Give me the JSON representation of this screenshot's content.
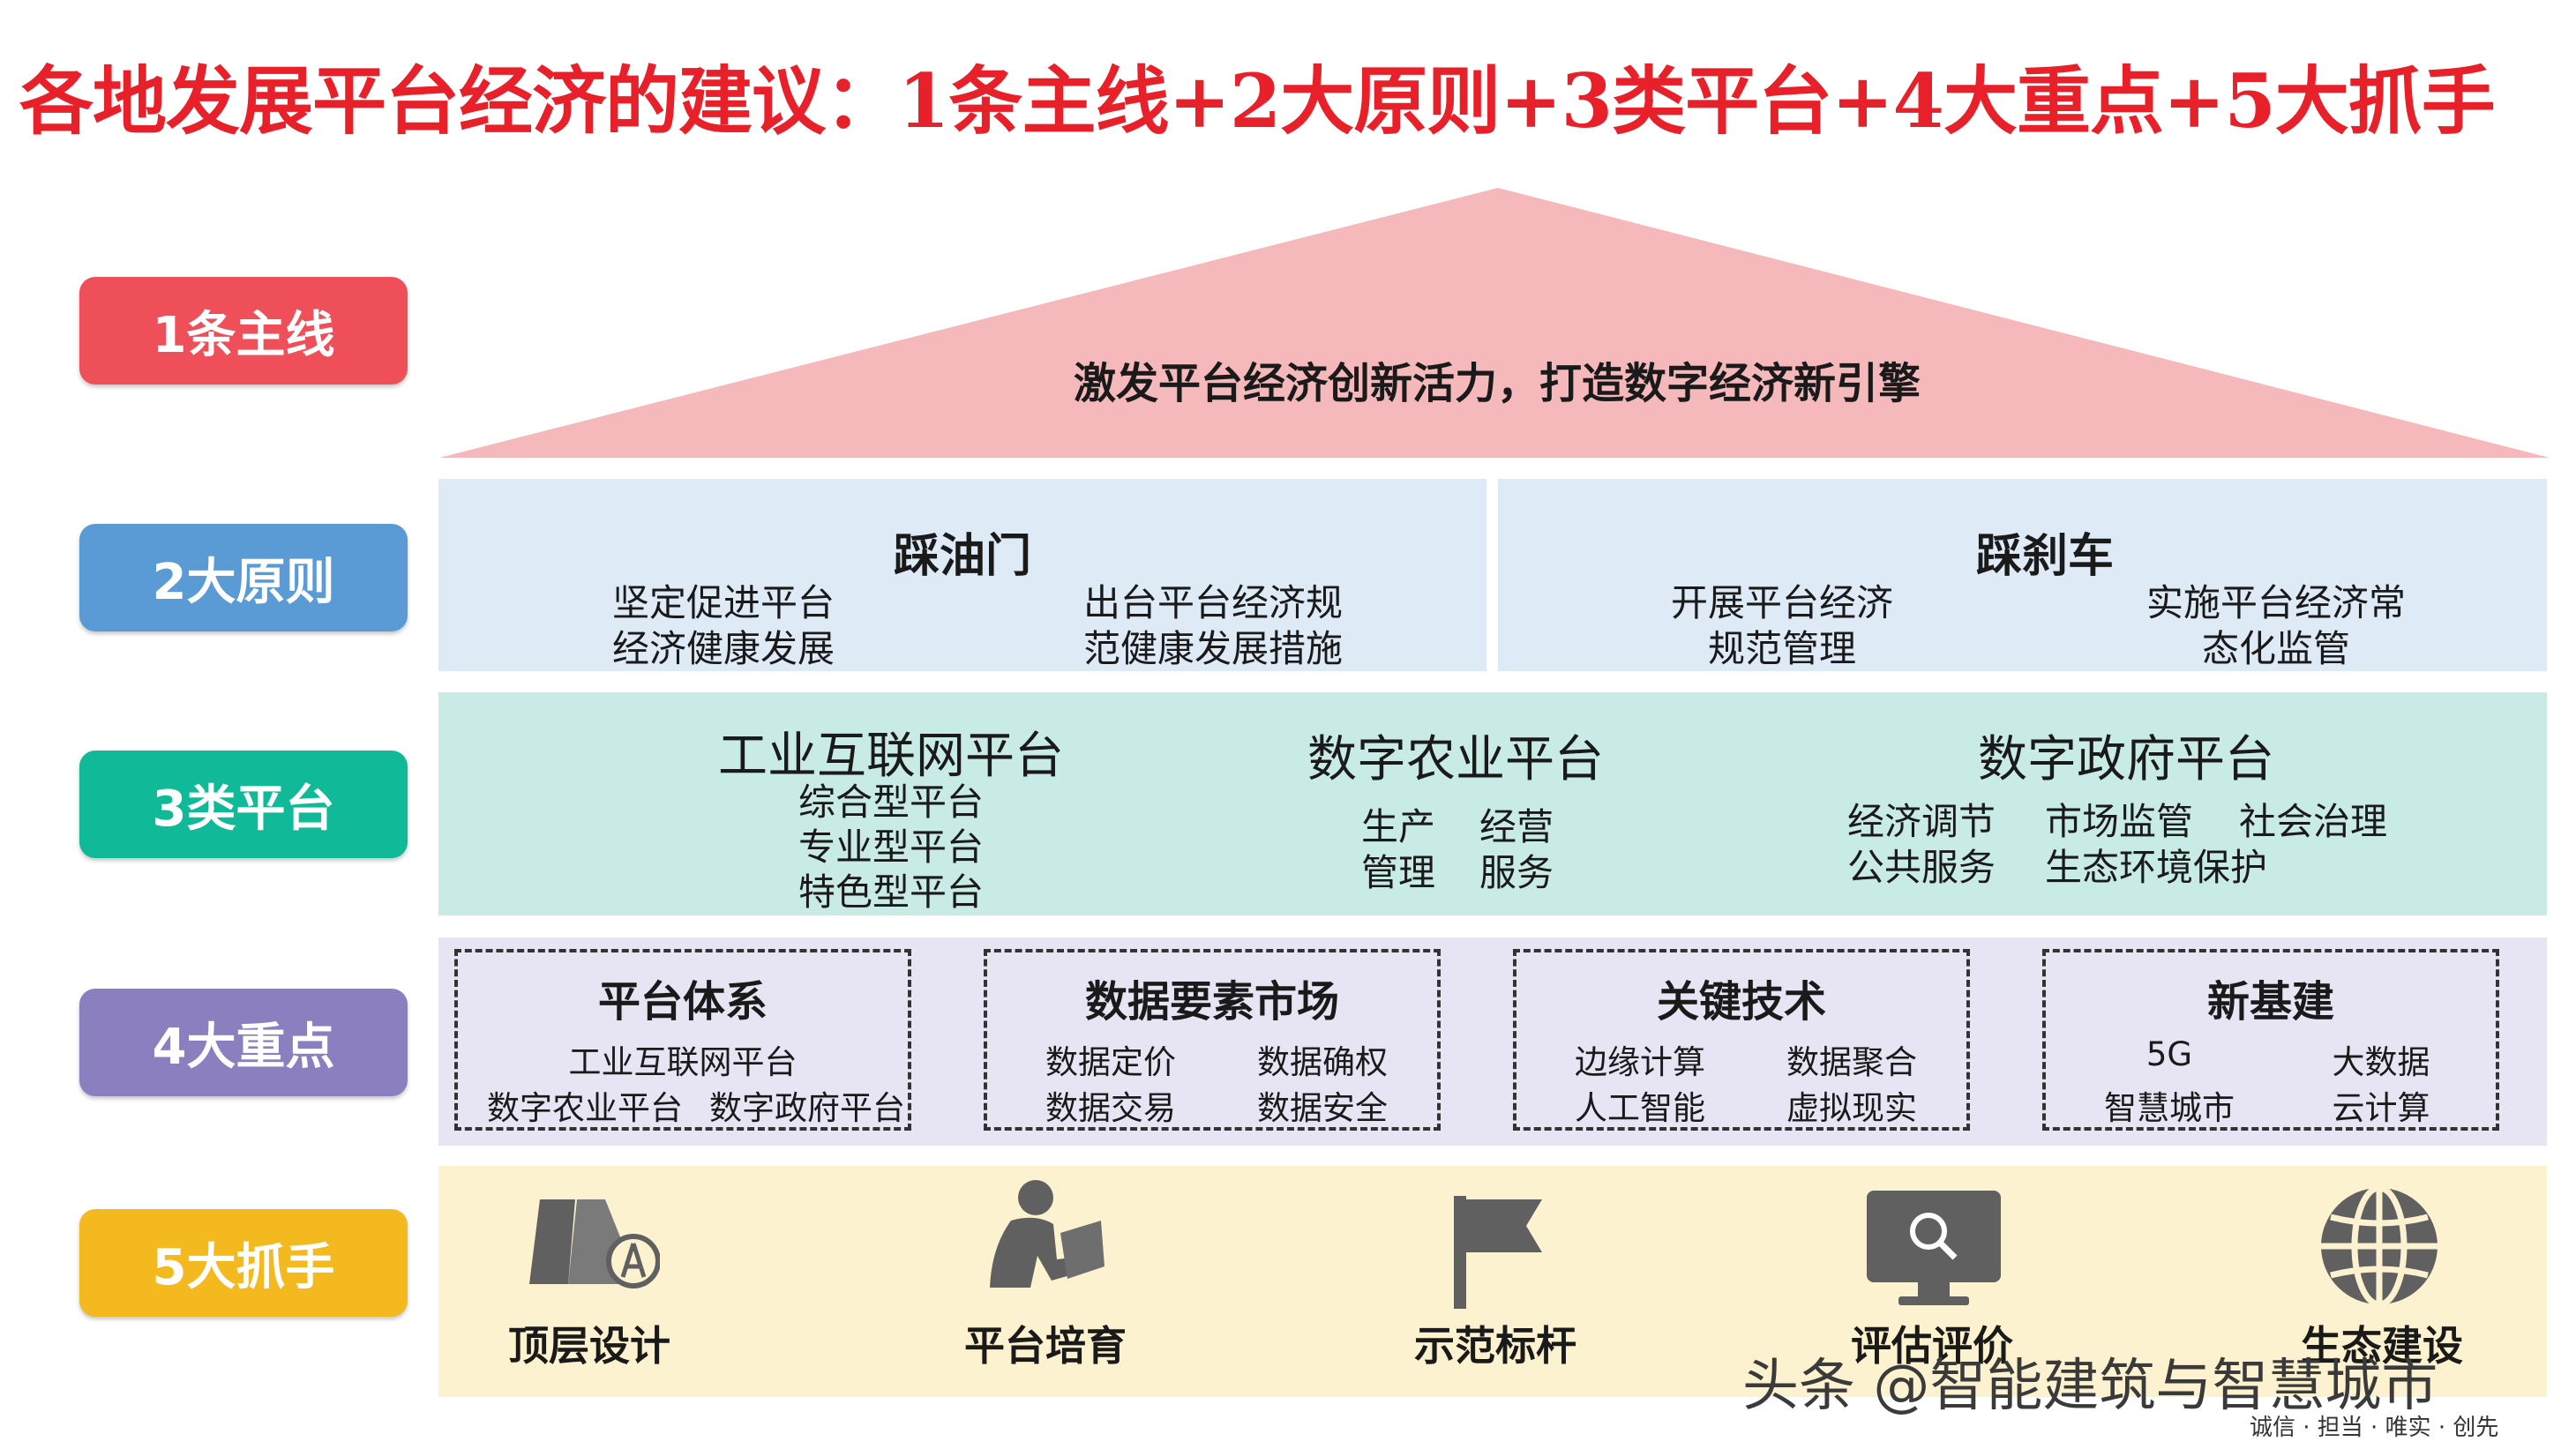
{
  "title": "各地发展平台经济的建议：1条主线+2大原则+3类平台+4大重点+5大抓手",
  "colors": {
    "title": "#e8202a",
    "label_1": "#ef4f58",
    "label_2": "#5b9bd5",
    "label_3": "#10b997",
    "label_4": "#8b7fc0",
    "label_5": "#f3b91f",
    "roof": "#f5b8bb",
    "principles_bg": "#deebf7",
    "platforms_bg": "#c8ebe6",
    "focus_bg": "#e7e4f3",
    "levers_bg": "#fdf2cf",
    "icon": "#606060"
  },
  "labels": {
    "main_line": "1条主线",
    "principles": "2大原则",
    "platforms": "3类平台",
    "focus": "4大重点",
    "levers": "5大抓手"
  },
  "roof": {
    "text": "激发平台经济创新活力，打造数字经济新引擎"
  },
  "principles": {
    "left": {
      "title": "踩油门",
      "item1_line1": "坚定促进平台",
      "item1_line2": "经济健康发展",
      "item2_line1": "出台平台经济规",
      "item2_line2": "范健康发展措施"
    },
    "right": {
      "title": "踩刹车",
      "item1_line1": "开展平台经济",
      "item1_line2": "规范管理",
      "item2_line1": "实施平台经济常",
      "item2_line2": "态化监管"
    }
  },
  "platforms": {
    "industrial": {
      "title": "工业互联网平台",
      "items": [
        "综合型平台",
        "专业型平台",
        "特色型平台"
      ]
    },
    "agriculture": {
      "title": "数字农业平台",
      "col1": [
        "生产",
        "管理"
      ],
      "col2": [
        "经营",
        "服务"
      ]
    },
    "government": {
      "title": "数字政府平台",
      "row1": [
        "经济调节",
        "市场监管",
        "社会治理"
      ],
      "row2": [
        "公共服务",
        "生态环境保护"
      ]
    }
  },
  "focus": {
    "system": {
      "title": "平台体系",
      "line1": "工业互联网平台",
      "line2a": "数字农业平台",
      "line2b": "数字政府平台"
    },
    "data_market": {
      "title": "数据要素市场",
      "items": [
        "数据定价",
        "数据确权",
        "数据交易",
        "数据安全"
      ]
    },
    "tech": {
      "title": "关键技术",
      "items": [
        "边缘计算",
        "数据聚合",
        "人工智能",
        "虚拟现实"
      ]
    },
    "infra": {
      "title": "新基建",
      "items": [
        "5G",
        "大数据",
        "智慧城市",
        "云计算"
      ]
    }
  },
  "levers": {
    "items": [
      {
        "label": "顶层设计",
        "icon": "map-compass-icon"
      },
      {
        "label": "平台培育",
        "icon": "person-reading-icon"
      },
      {
        "label": "示范标杆",
        "icon": "flag-icon"
      },
      {
        "label": "评估评价",
        "icon": "monitor-search-icon"
      },
      {
        "label": "生态建设",
        "icon": "globe-icon"
      }
    ]
  },
  "watermark": {
    "main": "头条 @智能建筑与智慧城市",
    "slogan": "诚信 · 担当 · 唯实 · 创先"
  }
}
